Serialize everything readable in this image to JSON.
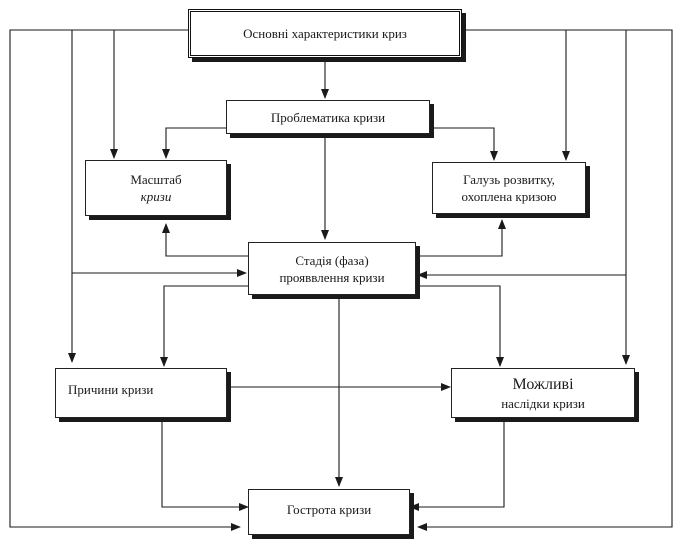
{
  "diagram": {
    "main": "Основні характеристики криз",
    "problems": "Проблематика кризи",
    "scale": {
      "line1": "Масштаб",
      "line2": "кризи"
    },
    "branch": {
      "line1": "Галузь розвитку,",
      "line2": "охоплена кризою"
    },
    "stage": {
      "line1": "Стадія (фаза)",
      "line2": "прояввлення кризи"
    },
    "causes": "Причини кризи",
    "consequences": {
      "line1": "Можливі",
      "line2": "наслідки кризи"
    },
    "severity": "Гострота кризи"
  },
  "colors": {
    "line": "#1a1a1a",
    "shadow": "#1a1a1a"
  }
}
